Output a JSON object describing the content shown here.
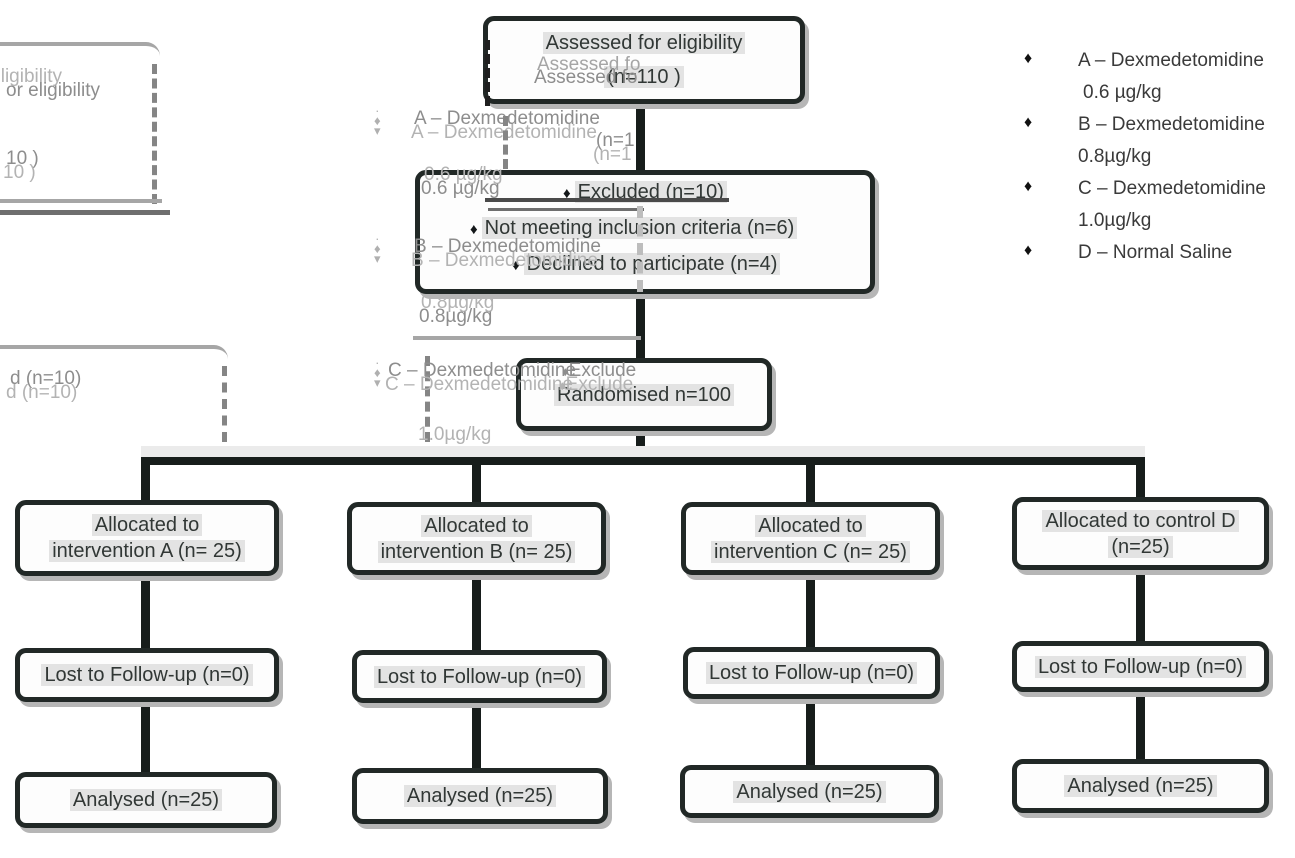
{
  "palette": {
    "box_border": "#212826",
    "connector": "#171d1b",
    "text": "#313735",
    "ghost_text": "#8d8d8d",
    "shadow": "#b6b6b6",
    "word_highlight": "#c4c4c4"
  },
  "flow": {
    "assessed": {
      "line1": "Assessed for eligibility",
      "line2": "(n=110 )"
    },
    "excluded": {
      "bullet": "♦",
      "items": [
        "Excluded (n=10)",
        "Not meeting  inclusion criteria (n=6)",
        "Declined to participate (n=4)"
      ]
    },
    "randomised": "Randomised n=100",
    "columns": [
      {
        "allocated_line1": "Allocated to",
        "allocated_line2": "intervention A (n= 25)",
        "lost": "Lost to Follow-up (n=0)",
        "analysed": "Analysed (n=25)"
      },
      {
        "allocated_line1": "Allocated to",
        "allocated_line2": "intervention B (n= 25)",
        "lost": "Lost to Follow-up (n=0)",
        "analysed": "Analysed (n=25)"
      },
      {
        "allocated_line1": "Allocated to",
        "allocated_line2": "intervention C (n= 25)",
        "lost": "Lost to Follow-up (n=0)",
        "analysed": "Analysed (n=25)"
      },
      {
        "allocated_line1": "Allocated to control D",
        "allocated_line2": "(n=25)",
        "lost": "Lost to Follow-up (n=0)",
        "analysed": "Analysed (n=25)"
      }
    ]
  },
  "legend": {
    "bullet": "♦",
    "items": [
      {
        "line1": "A – Dexmedetomidine",
        "line2": "0.6 µg/kg"
      },
      {
        "line1": "B – Dexmedetomidine",
        "line2": "0.8µg/kg"
      },
      {
        "line1": "C – Dexmedetomidine",
        "line2": "1.0µg/kg"
      },
      {
        "line1": "D – Normal Saline",
        "line2": ""
      }
    ]
  },
  "ghost_artifacts": {
    "assessed_echo": "Assessed fo",
    "eligibility_echo": "or eligibility",
    "n110_echo": "10 )",
    "excluded_left_echo": "d (n=10)",
    "legend_echo_a1": "A – Dexmedetomidine",
    "legend_echo_a2": "0.6 µg/kg",
    "legend_echo_b1": "B – Dexmedetomidine",
    "legend_echo_b2": "0.8µg/kg",
    "legend_echo_c1": "C – Dexmedetomidine",
    "legend_echo_c2": "1.0µg/kg",
    "n_echo": "(n=1",
    "exclude_echo": "Exclude",
    "bullet": "♦"
  }
}
